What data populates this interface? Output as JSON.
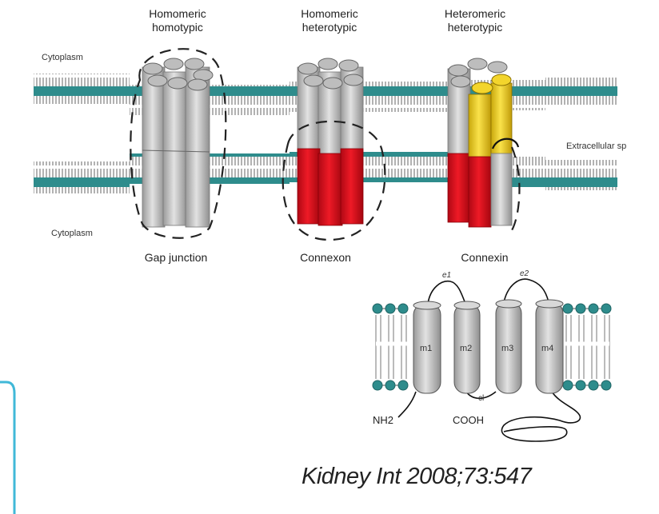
{
  "headers": {
    "col1": [
      "Homomeric",
      "homotypic"
    ],
    "col2": [
      "Homomeric",
      "heterotypic"
    ],
    "col3": [
      "Heteromeric",
      "heterotypic"
    ]
  },
  "labels": {
    "cytoplasm_top": "Cytoplasm",
    "cytoplasm_bottom": "Cytoplasm",
    "extracellular": "Extracellular sp",
    "gap_junction": "Gap junction",
    "connexon": "Connexon",
    "connexin": "Connexin"
  },
  "topology": {
    "segments": [
      "m1",
      "m2",
      "m3",
      "m4"
    ],
    "loops": [
      "e1",
      "e2"
    ],
    "n_term": "NH2",
    "c_term": "COOH",
    "cl": "cl"
  },
  "citation": "Kidney Int 2008;73:547",
  "colors": {
    "membrane_teal": "#2e8c8c",
    "lipid_white": "#ffffff",
    "cylinder_gray": "#c8c8c8",
    "connexin_red": "#e01020",
    "connexin_yellow": "#f2d21a",
    "frame_cyan": "#40b8d8"
  }
}
